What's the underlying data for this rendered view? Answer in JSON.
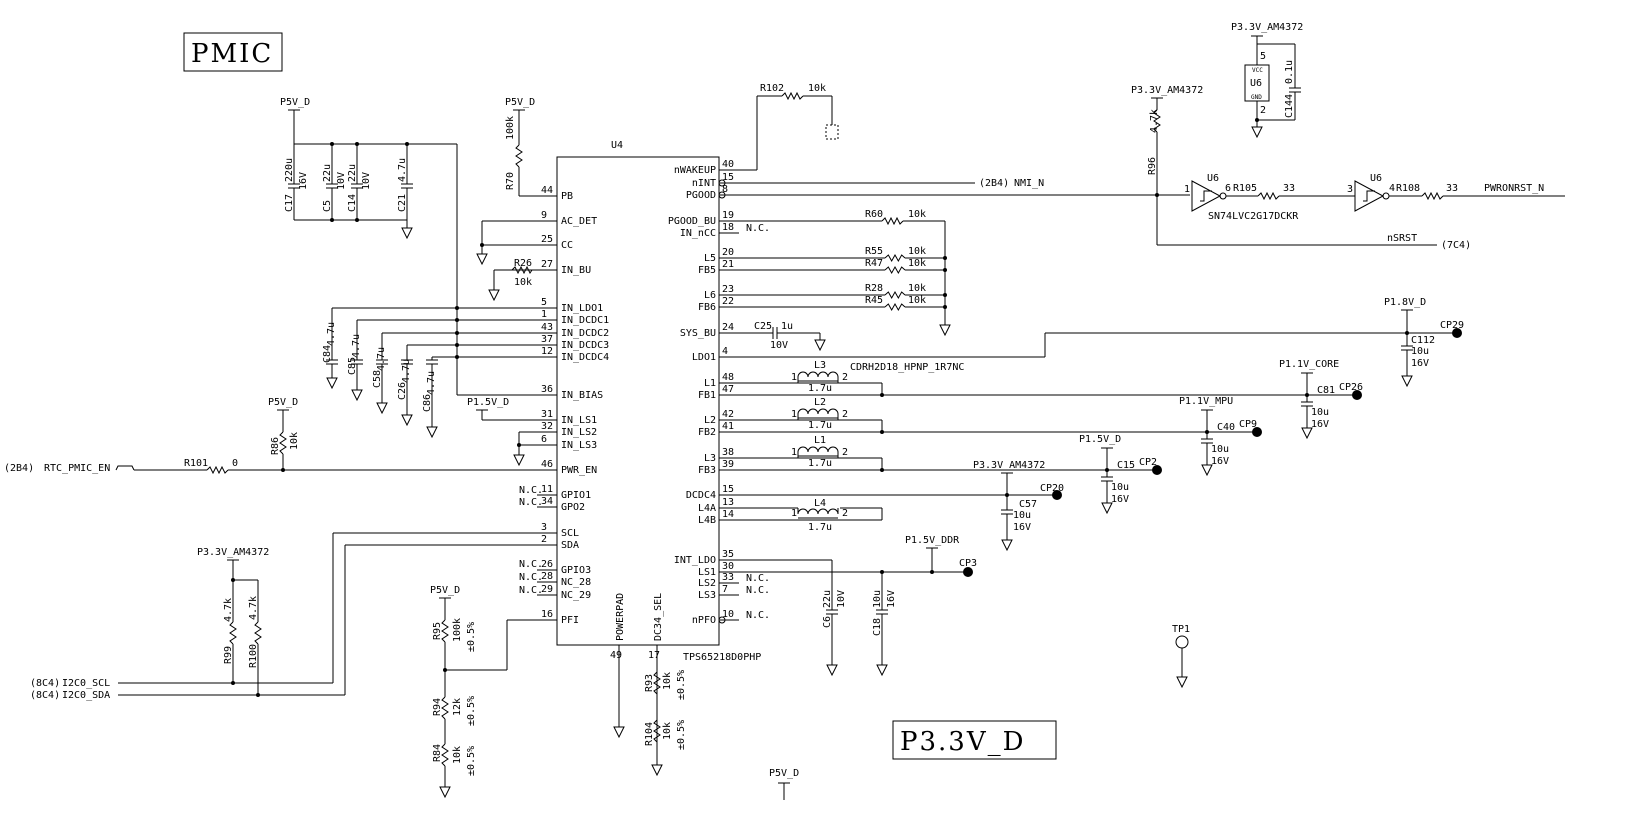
{
  "titles": {
    "block": "PMIC",
    "rail_banner": "P3.3V_D"
  },
  "ic": {
    "ref": "U4",
    "part": "TPS65218D0PHP"
  },
  "power": {
    "p5v": "P5V_D",
    "p33": "P3.3V_AM4372",
    "p15": "P1.5V_D",
    "p18": "P1.8V_D",
    "p11core": "P1.1V_CORE",
    "p11mpu": "P1.1V_MPU",
    "p15ddr": "P1.5V_DDR"
  },
  "nc": "N.C.",
  "left_pins": [
    {
      "num": "44",
      "name": "PB"
    },
    {
      "num": "9",
      "name": "AC_DET"
    },
    {
      "num": "25",
      "name": "CC"
    },
    {
      "num": "27",
      "name": "IN_BU"
    },
    {
      "num": "5",
      "name": "IN_LDO1"
    },
    {
      "num": "1",
      "name": "IN_DCDC1"
    },
    {
      "num": "43",
      "name": "IN_DCDC2"
    },
    {
      "num": "37",
      "name": "IN_DCDC3"
    },
    {
      "num": "12",
      "name": "IN_DCDC4"
    },
    {
      "num": "36",
      "name": "IN_BIAS"
    },
    {
      "num": "31",
      "name": "IN_LS1"
    },
    {
      "num": "32",
      "name": "IN_LS2"
    },
    {
      "num": "6",
      "name": "IN_LS3"
    },
    {
      "num": "46",
      "name": "PWR_EN"
    },
    {
      "num": "11",
      "name": "GPIO1"
    },
    {
      "num": "34",
      "name": "GPO2"
    },
    {
      "num": "3",
      "name": "SCL"
    },
    {
      "num": "2",
      "name": "SDA"
    },
    {
      "num": "26",
      "name": "GPIO3"
    },
    {
      "num": "28",
      "name": "NC_28"
    },
    {
      "num": "29",
      "name": "NC_29"
    },
    {
      "num": "16",
      "name": "PFI"
    }
  ],
  "right_pins": [
    {
      "num": "40",
      "name": "nWAKEUP"
    },
    {
      "num": "15",
      "name": "nINT"
    },
    {
      "num": "8",
      "name": "PGOOD"
    },
    {
      "num": "19",
      "name": "PGOOD_BU"
    },
    {
      "num": "18",
      "name": "IN_nCC"
    },
    {
      "num": "20",
      "name": "L5"
    },
    {
      "num": "21",
      "name": "FB5"
    },
    {
      "num": "23",
      "name": "L6"
    },
    {
      "num": "22",
      "name": "FB6"
    },
    {
      "num": "24",
      "name": "SYS_BU"
    },
    {
      "num": "4",
      "name": "LDO1"
    },
    {
      "num": "48",
      "name": "L1"
    },
    {
      "num": "47",
      "name": "FB1"
    },
    {
      "num": "42",
      "name": "L2"
    },
    {
      "num": "41",
      "name": "FB2"
    },
    {
      "num": "38",
      "name": "L3"
    },
    {
      "num": "39",
      "name": "FB3"
    },
    {
      "num": "15",
      "name": "DCDC4"
    },
    {
      "num": "13",
      "name": "L4A"
    },
    {
      "num": "14",
      "name": "L4B"
    },
    {
      "num": "35",
      "name": "INT_LDO"
    },
    {
      "num": "30",
      "name": "LS1"
    },
    {
      "num": "33",
      "name": "LS2"
    },
    {
      "num": "7",
      "name": "LS3"
    },
    {
      "num": "10",
      "name": "nPFO"
    }
  ],
  "bottom_pins": [
    {
      "num": "49",
      "name": "POWERPAD"
    },
    {
      "num": "17",
      "name": "DC34_SEL"
    }
  ],
  "resistors": {
    "R102": {
      "ref": "R102",
      "val": "10k"
    },
    "R70": {
      "ref": "R70",
      "val": "100k"
    },
    "R26": {
      "ref": "R26",
      "val": "10k"
    },
    "R101": {
      "ref": "R101",
      "val": "0"
    },
    "R86": {
      "ref": "R86",
      "val": "10k"
    },
    "R99": {
      "ref": "R99",
      "val": "4.7k"
    },
    "R100": {
      "ref": "R100",
      "val": "4.7k"
    },
    "R95": {
      "ref": "R95",
      "val": "100k",
      "tol": "±0.5%"
    },
    "R94": {
      "ref": "R94",
      "val": "12k",
      "tol": "±0.5%"
    },
    "R84": {
      "ref": "R84",
      "val": "10k",
      "tol": "±0.5%"
    },
    "R93": {
      "ref": "R93",
      "val": "10k",
      "tol": "±0.5%"
    },
    "R104": {
      "ref": "R104",
      "val": "10k",
      "tol": "±0.5%"
    },
    "R60": {
      "ref": "R60",
      "val": "10k"
    },
    "R55": {
      "ref": "R55",
      "val": "10k"
    },
    "R47": {
      "ref": "R47",
      "val": "10k"
    },
    "R28": {
      "ref": "R28",
      "val": "10k"
    },
    "R45": {
      "ref": "R45",
      "val": "10k"
    },
    "R96": {
      "ref": "R96",
      "val": "4.7k"
    },
    "R105": {
      "ref": "R105",
      "val": "33"
    },
    "R108": {
      "ref": "R108",
      "val": "33"
    }
  },
  "caps": {
    "C17": {
      "ref": "C17",
      "val": "220u",
      "v": "16V"
    },
    "C5": {
      "ref": "C5",
      "val": "22u",
      "v": "10V"
    },
    "C14": {
      "ref": "C14",
      "val": "22u",
      "v": "10V"
    },
    "C21": {
      "ref": "C21",
      "val": "4.7u"
    },
    "C84": {
      "ref": "C84",
      "val": "4.7u"
    },
    "C85": {
      "ref": "C85",
      "val": "4.7u"
    },
    "C58": {
      "ref": "C58",
      "val": "4.7u"
    },
    "C26": {
      "ref": "C26",
      "val": "4.7u"
    },
    "C86": {
      "ref": "C86",
      "val": "4.7u"
    },
    "C25": {
      "ref": "C25",
      "val": "1u",
      "v": "10V"
    },
    "C112": {
      "ref": "C112",
      "val": "10u",
      "v": "16V"
    },
    "C81": {
      "ref": "C81",
      "val": "10u",
      "v": "16V"
    },
    "C40": {
      "ref": "C40",
      "val": "10u",
      "v": "16V"
    },
    "C15": {
      "ref": "C15",
      "val": "10u",
      "v": "16V"
    },
    "C57": {
      "ref": "C57",
      "val": "10u",
      "v": "16V"
    },
    "C6": {
      "ref": "C6",
      "val": "22u",
      "v": "10V"
    },
    "C18": {
      "ref": "C18",
      "val": "10u",
      "v": "16V"
    },
    "C144": {
      "ref": "C144",
      "val": "0.1u"
    }
  },
  "inductors": {
    "L3": {
      "ref": "L3",
      "val": "1.7u",
      "part": "CDRH2D18_HPNP_1R7NC"
    },
    "L2": {
      "ref": "L2",
      "val": "1.7u"
    },
    "L1": {
      "ref": "L1",
      "val": "1.7u"
    },
    "L4": {
      "ref": "L4",
      "val": "1.7u"
    }
  },
  "testpoints": [
    "CP29",
    "CP26",
    "CP9",
    "CP2",
    "CP20",
    "CP3",
    "TP1"
  ],
  "u6": {
    "ref": "U6",
    "part": "SN74LVC2G17DCKR",
    "vcc": "VCC",
    "gnd": "GND",
    "pins": {
      "p5": "5",
      "p2": "2",
      "a1": "1",
      "y1": "6",
      "a2": "3",
      "y2": "4"
    }
  },
  "nets": {
    "nmi": "NMI_N",
    "nmi_ref": "(2B4)",
    "pwronrst": "PWRONRST_N",
    "nsrst": "nSRST",
    "nsrst_ref": "(7C4)",
    "rtc_ref": "(2B4)",
    "rtc": "RTC_PMIC_EN",
    "i2c_scl_ref": "(8C4)",
    "i2c_scl": "I2C0_SCL",
    "i2c_sda_ref": "(8C4)",
    "i2c_sda": "I2C0_SDA"
  }
}
